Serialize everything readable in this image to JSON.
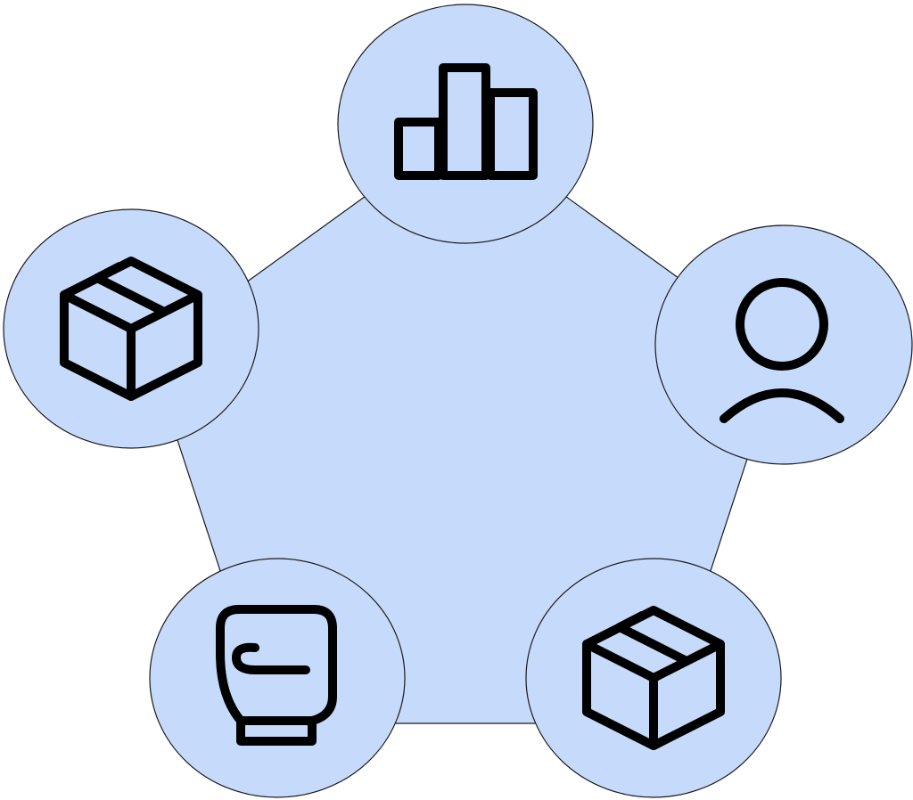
{
  "diagram": {
    "type": "pentagon-cycle",
    "colors": {
      "fill": "#c6dbfb",
      "outline": "#1a1a1a",
      "icon": "#000000",
      "background": "#ffffff"
    },
    "nodes": [
      {
        "id": "top",
        "icon": "bar-chart-icon"
      },
      {
        "id": "right",
        "icon": "user-icon"
      },
      {
        "id": "bottom-right",
        "icon": "package-box-icon"
      },
      {
        "id": "bottom-left",
        "icon": "boxing-glove-icon"
      },
      {
        "id": "left",
        "icon": "package-box-icon"
      }
    ]
  }
}
